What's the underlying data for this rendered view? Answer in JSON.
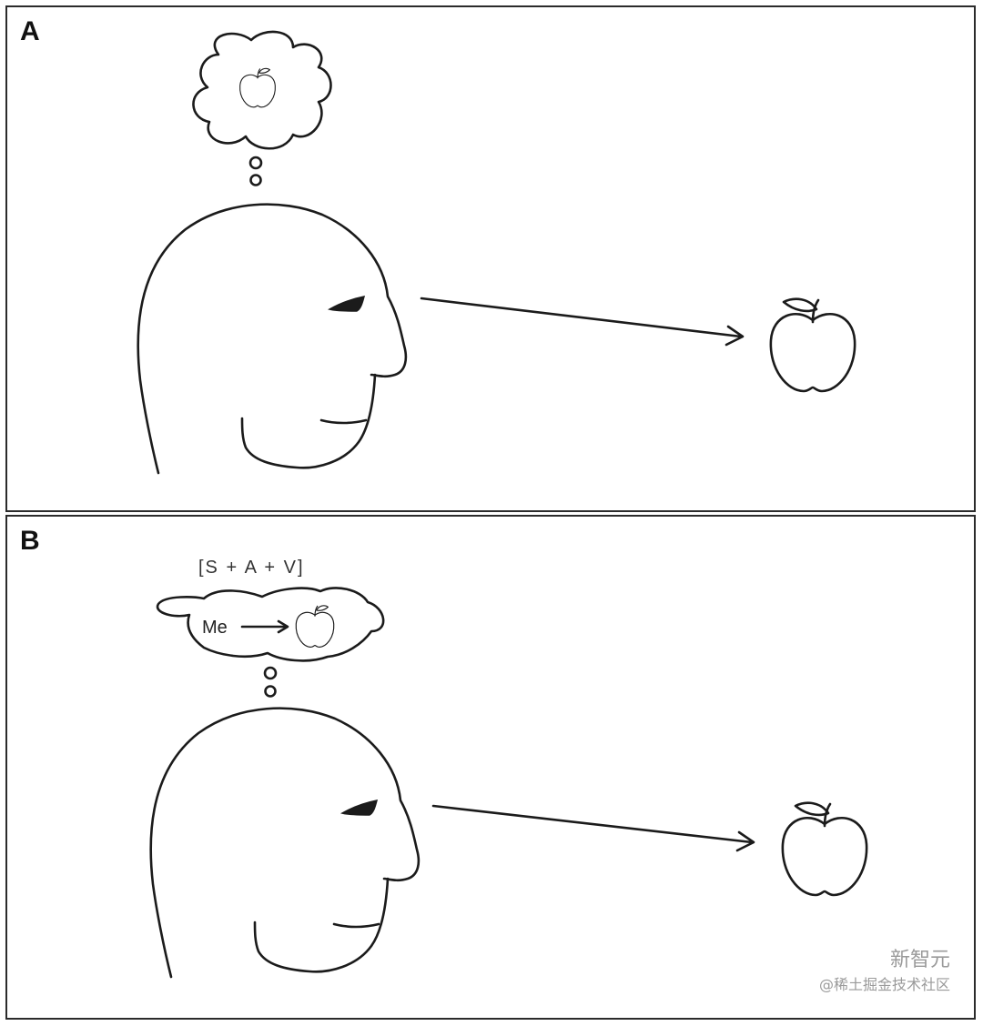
{
  "panels": [
    {
      "label": "A"
    },
    {
      "label": "B",
      "formula": "[S + A + V]",
      "thought_text": "Me"
    }
  ],
  "watermark": {
    "brand": "新智元",
    "community": "@稀土掘金技术社区"
  }
}
